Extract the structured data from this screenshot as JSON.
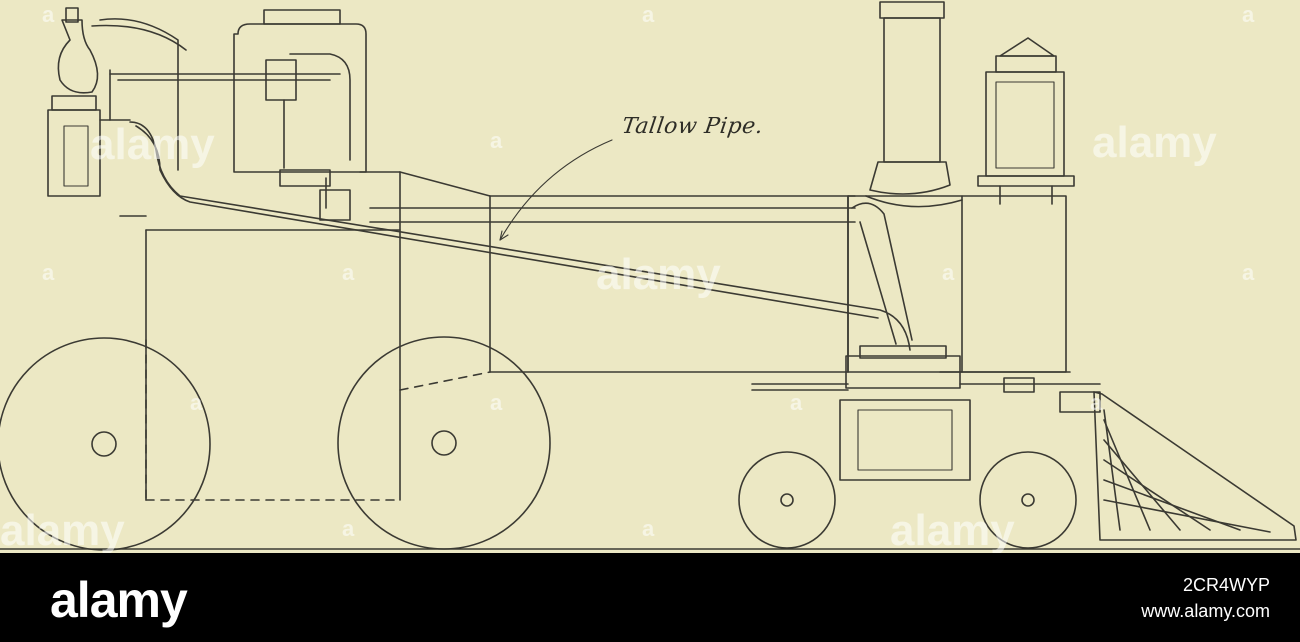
{
  "drawing": {
    "labels": {
      "tallow_pipe": "Tallow Pipe."
    }
  },
  "watermarks": {
    "logo_text": "alamy",
    "small_mark": "a"
  },
  "footer": {
    "brand": "alamy",
    "image_id": "2CR4WYP",
    "site": "www.alamy.com"
  },
  "colors": {
    "paper": "#ece8c4",
    "ink": "#3b3a33",
    "footer_bg": "#000000",
    "footer_text": "#ffffff"
  }
}
